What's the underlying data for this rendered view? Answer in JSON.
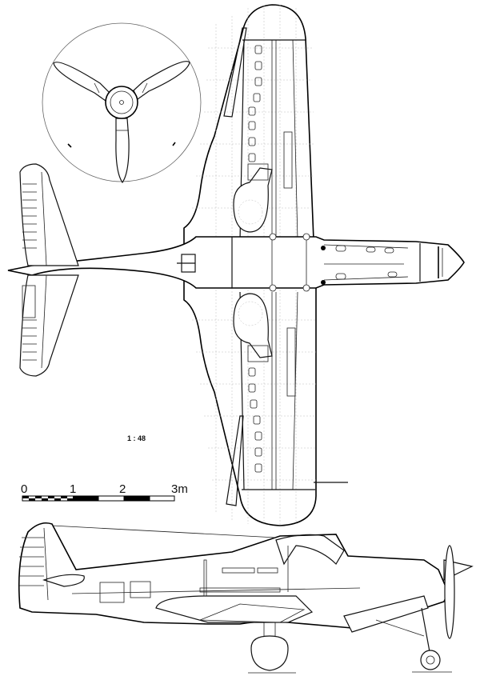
{
  "drawing": {
    "subject": "Aircraft three-view line drawing",
    "views": [
      "propeller front view",
      "plan view (top)",
      "side elevation"
    ],
    "scale_ratio": "1 : 48",
    "scale_bar": {
      "ticks": [
        "0",
        "1",
        "2",
        "3m"
      ],
      "unit": "m",
      "length_m": 3
    },
    "colors": {
      "line": "#000000",
      "background": "#ffffff",
      "grid": "#bbbbbb"
    }
  }
}
